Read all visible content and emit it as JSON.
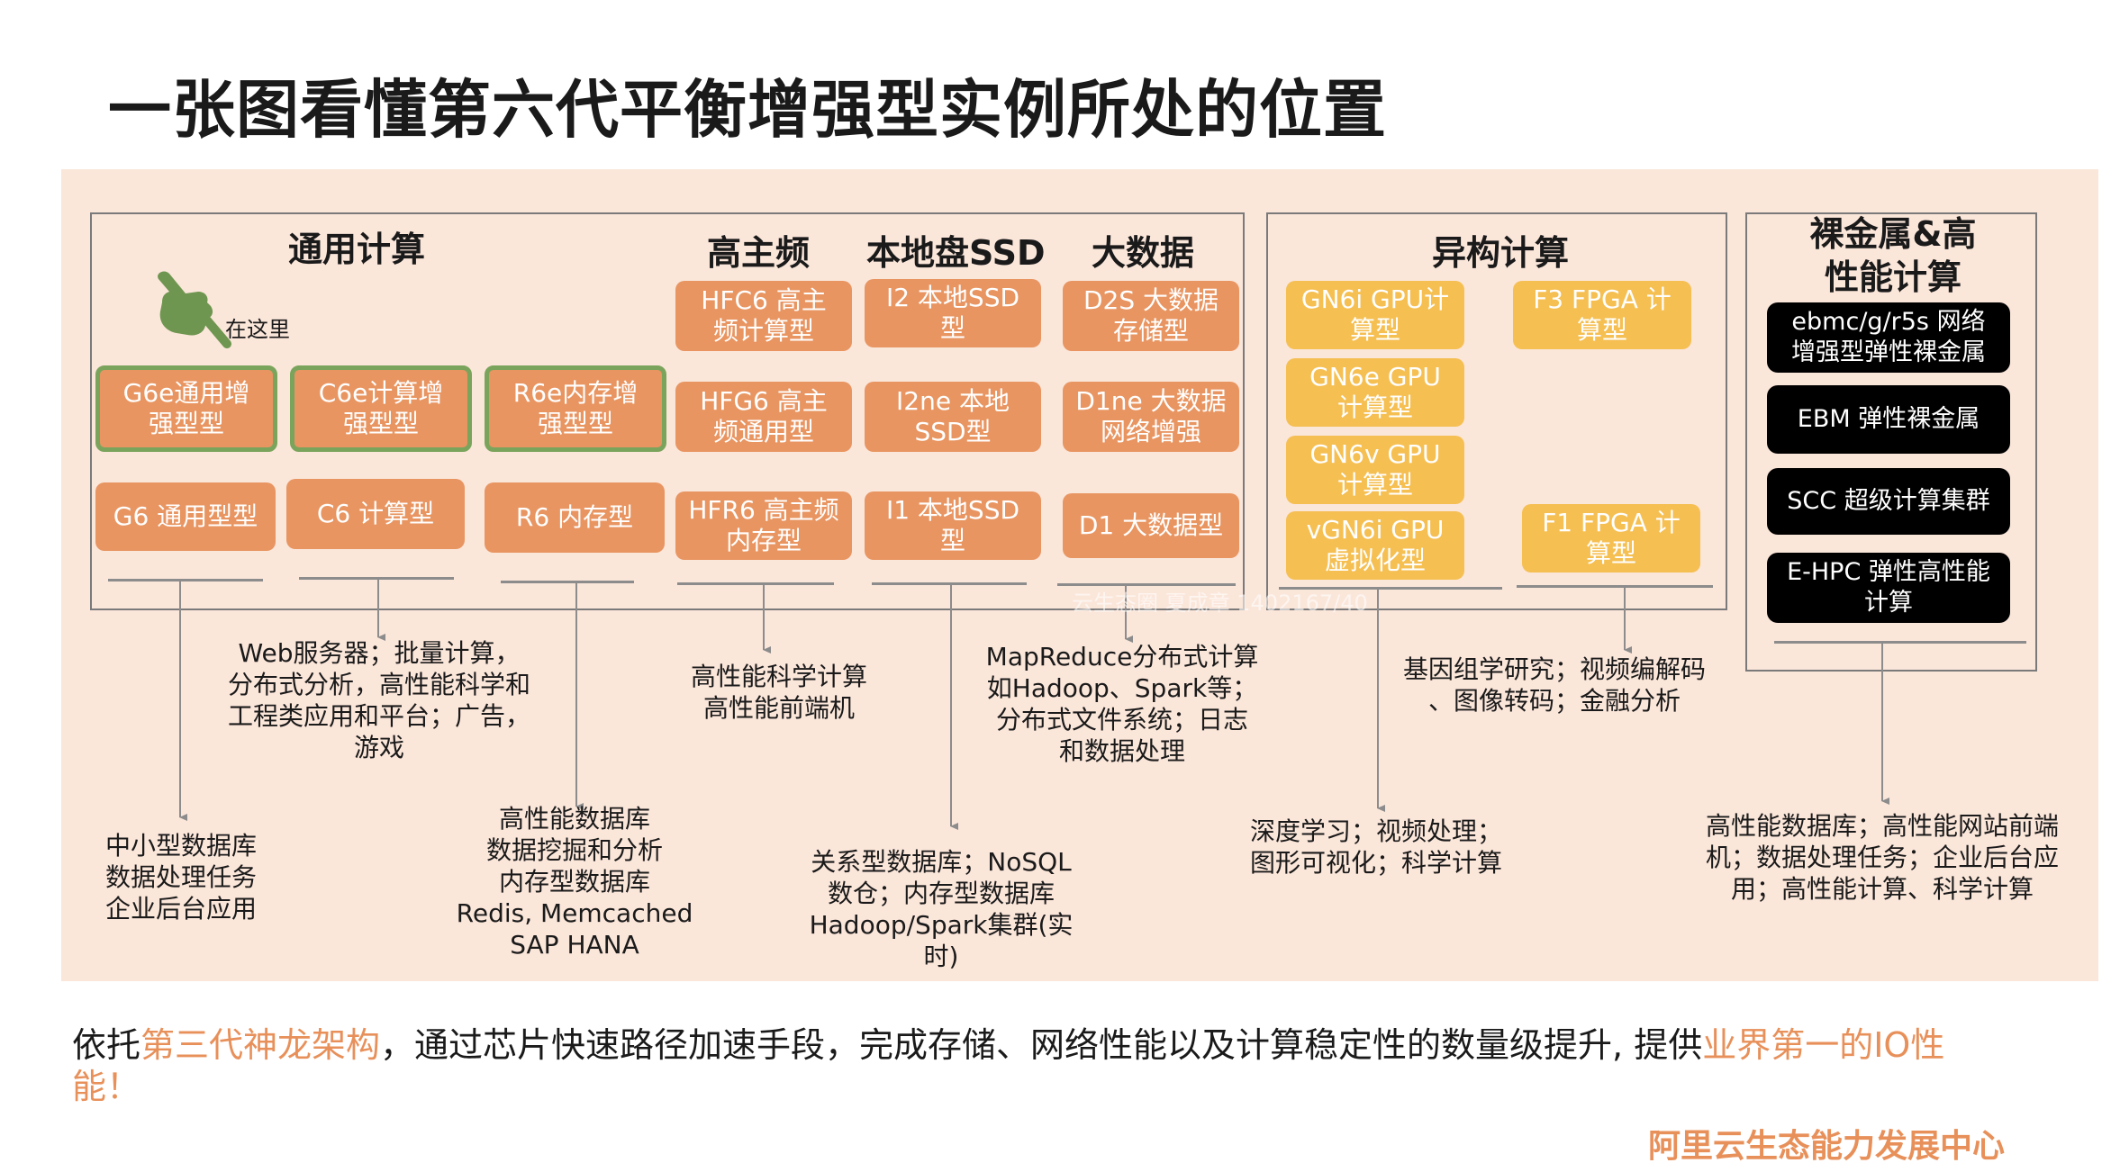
{
  "title": "一张图看懂第六代平衡增强型实例所处的位置",
  "categories": {
    "general": "通用计算",
    "high_freq": "高主频",
    "local_ssd": "本地盘SSD",
    "big_data": "大数据",
    "hetero": "异构计算",
    "bare_metal": "裸金属&高\n性能计算"
  },
  "pointer": {
    "label": "在这里",
    "icon": "pointing-hand-icon"
  },
  "instances": {
    "g6e": "G6e通用增\n强型型",
    "c6e": "C6e计算增\n强型型",
    "r6e": "R6e内存增\n强型型",
    "g6": "G6 通用型型",
    "c6": "C6 计算型",
    "r6": "R6 内存型",
    "hfc6": "HFC6 高主\n频计算型",
    "hfg6": "HFG6 高主\n频通用型",
    "hfr6": "HFR6 高主频\n内存型",
    "i2": "I2 本地SSD\n型",
    "i2ne": "I2ne 本地\nSSD型",
    "i1": "I1 本地SSD\n型",
    "d2s": "D2S 大数据\n存储型",
    "d1ne": "D1ne 大数据\n网络增强",
    "d1": "D1 大数据型",
    "gn6i": "GN6i GPU计\n算型",
    "gn6e": "GN6e GPU\n计算型",
    "gn6v": "GN6v GPU\n计算型",
    "vgn6i": "vGN6i GPU\n虚拟化型",
    "f3": "F3 FPGA 计\n算型",
    "f1": "F1 FPGA 计\n算型",
    "ebmc": "ebmc/g/r5s 网络\n增强型弹性裸金属",
    "ebm": "EBM 弹性裸金属",
    "scc": "SCC 超级计算集群",
    "ehpc": "E-HPC 弹性高性能\n计算"
  },
  "notes": {
    "g6_use": "中小型数据库\n数据处理任务\n企业后台应用",
    "c6_use": "Web服务器；批量计算，\n分布式分析，高性能科学和\n工程类应用和平台；广告，\n游戏",
    "r6_use": "高性能数据库\n数据挖掘和分析\n内存型数据库\nRedis, Memcached\nSAP HANA",
    "hf_use": "高性能科学计算\n高性能前端机",
    "ssd_use": "关系型数据库；NoSQL\n数仓；内存型数据库\nHadoop/Spark集群(实\n时)",
    "bigdata_use": "MapReduce分布式计算\n如Hadoop、Spark等；\n分布式文件系统；日志\n和数据处理",
    "gpu_use": "深度学习；视频处理；\n图形可视化；科学计算",
    "fpga_use": "基因组学研究；视频编解码\n、图像转码；金融分析",
    "bm_use": "高性能数据库；高性能网站前端\n机；数据处理任务；企业后台应\n用；高性能计算、科学计算"
  },
  "watermark": "云生态圈 夏成章 1402167/40",
  "caption": {
    "part1": "依托",
    "highlight1": "第三代神龙架构",
    "part2": "，通过芯片快速路径加速手段，完成存储、网络性能以及计算稳定性的数量级提升, 提供",
    "highlight2": "业界第一的IO性能！"
  },
  "footer": "阿里云生态能力发展中心",
  "colors": {
    "panel_bg": "#fbe6da",
    "instance_orange": "#e89561",
    "highlight_green": "#7aa45c",
    "gpu_yellow": "#f5bf52",
    "bare_metal_black": "#000000",
    "accent_text": "#e8905a"
  }
}
